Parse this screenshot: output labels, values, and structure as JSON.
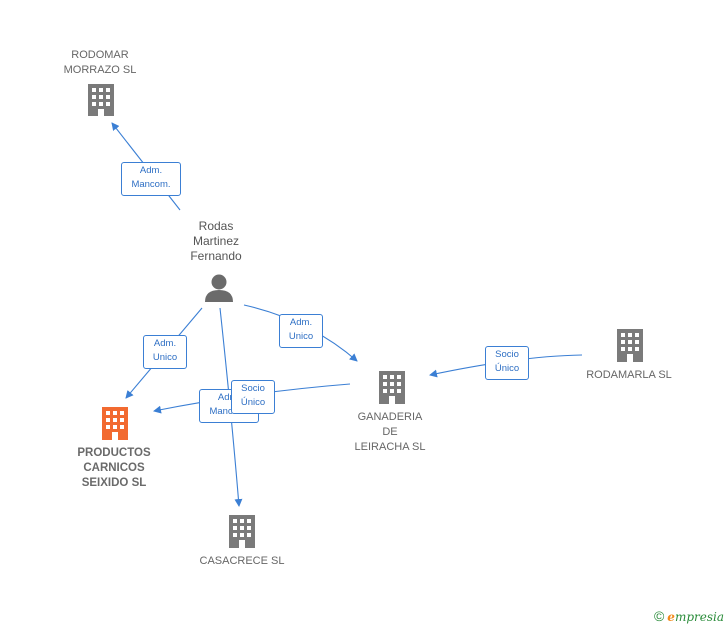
{
  "nodes": {
    "rodomar": {
      "label": "RODOMAR\nMORRAZO  SL",
      "type": "company"
    },
    "person": {
      "label": "Rodas\nMartinez\nFernando",
      "type": "person"
    },
    "productos": {
      "label": "PRODUCTOS\nCARNICOS\nSEIXIDO  SL",
      "type": "company",
      "highlight": "#f26a30"
    },
    "ganaderia": {
      "label": "GANADERIA\nDE\nLEIRACHA  SL",
      "type": "company"
    },
    "rodamarla": {
      "label": "RODAMARLA SL",
      "type": "company"
    },
    "casacrece": {
      "label": "CASACRECE SL",
      "type": "company"
    }
  },
  "edges": {
    "person_rodomar": "Adm.\nMancom.",
    "person_productos": "Adm.\nUnico",
    "person_ganaderia": "Adm.\nUnico",
    "rodamarla_ganaderia": "Socio\nÚnico",
    "person_casacrece": "Adm.\nMancom.",
    "ganaderia_productos": "Socio\nÚnico"
  },
  "colors": {
    "edge": "#3b7fd4",
    "building": "#7a7a7a",
    "highlight": "#f26a30",
    "person": "#6b6b6b"
  },
  "footer": {
    "copyright": "©",
    "brand_first": "e",
    "brand_rest": "mpresia"
  }
}
